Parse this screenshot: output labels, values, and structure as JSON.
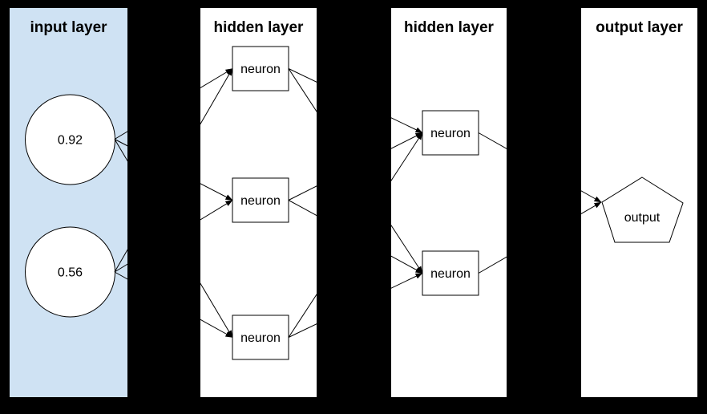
{
  "colors": {
    "background": "#000000",
    "input_panel": "#cfe2f3",
    "panel": "#ffffff",
    "node_fill": "#ffffff",
    "stroke": "#000000"
  },
  "diagram": {
    "layers": [
      {
        "id": "input",
        "title": "input layer",
        "panel_color": "#cfe2f3",
        "nodes": [
          {
            "shape": "circle",
            "label": "0.92"
          },
          {
            "shape": "circle",
            "label": "0.56"
          }
        ]
      },
      {
        "id": "hidden-1",
        "title": "hidden layer",
        "panel_color": "#ffffff",
        "nodes": [
          {
            "shape": "rectangle",
            "label": "neuron"
          },
          {
            "shape": "rectangle",
            "label": "neuron"
          },
          {
            "shape": "rectangle",
            "label": "neuron"
          }
        ]
      },
      {
        "id": "hidden-2",
        "title": "hidden layer",
        "panel_color": "#ffffff",
        "nodes": [
          {
            "shape": "rectangle",
            "label": "neuron"
          },
          {
            "shape": "rectangle",
            "label": "neuron"
          }
        ]
      },
      {
        "id": "output",
        "title": "output layer",
        "panel_color": "#ffffff",
        "nodes": [
          {
            "shape": "pentagon",
            "label": "output"
          }
        ]
      }
    ],
    "edges": [
      {
        "from": "input.0",
        "to": "hidden-1.0"
      },
      {
        "from": "input.0",
        "to": "hidden-1.1"
      },
      {
        "from": "input.0",
        "to": "hidden-1.2"
      },
      {
        "from": "input.1",
        "to": "hidden-1.0"
      },
      {
        "from": "input.1",
        "to": "hidden-1.1"
      },
      {
        "from": "input.1",
        "to": "hidden-1.2"
      },
      {
        "from": "hidden-1.0",
        "to": "hidden-2.0"
      },
      {
        "from": "hidden-1.0",
        "to": "hidden-2.1"
      },
      {
        "from": "hidden-1.1",
        "to": "hidden-2.0"
      },
      {
        "from": "hidden-1.1",
        "to": "hidden-2.1"
      },
      {
        "from": "hidden-1.2",
        "to": "hidden-2.0"
      },
      {
        "from": "hidden-1.2",
        "to": "hidden-2.1"
      },
      {
        "from": "hidden-2.0",
        "to": "output.0"
      },
      {
        "from": "hidden-2.1",
        "to": "output.0"
      }
    ]
  }
}
